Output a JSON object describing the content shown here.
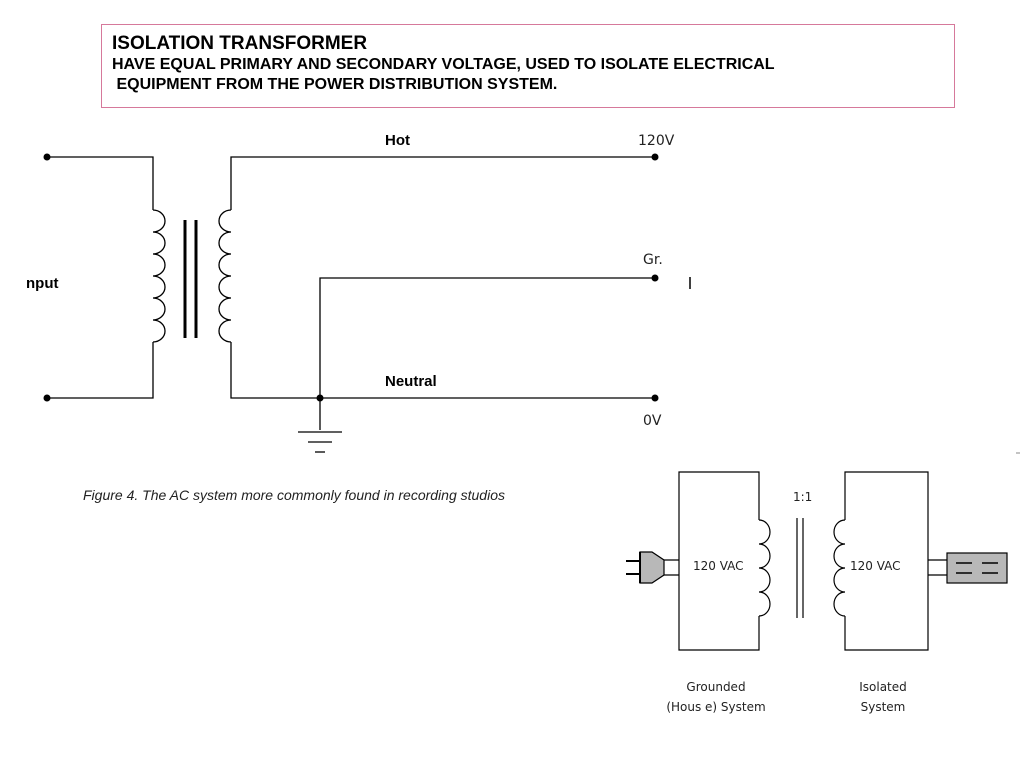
{
  "header": {
    "title": "ISOLATION TRANSFORMER",
    "subtitle_line1": "HAVE EQUAL PRIMARY AND SECONDARY VOLTAGE, USED TO ISOLATE ELECTRICAL",
    "subtitle_line2": " EQUIPMENT FROM THE POWER DISTRIBUTION SYSTEM."
  },
  "figure4": {
    "input_label": "nput",
    "hot_label": "Hot",
    "hot_voltage": "120V",
    "ground_label": "Gr.",
    "neutral_label": "Neutral",
    "neutral_voltage": "0V",
    "caption": "Figure 4.  The AC system more commonly found in recording studios"
  },
  "figure_iso": {
    "ratio": "1:1",
    "primary_voltage": "120 VAC",
    "secondary_voltage": "120 VAC",
    "left_caption_line1": "Grounded",
    "left_caption_line2": "(Hous e) System",
    "right_caption_line1": "Isolated",
    "right_caption_line2": "System"
  }
}
